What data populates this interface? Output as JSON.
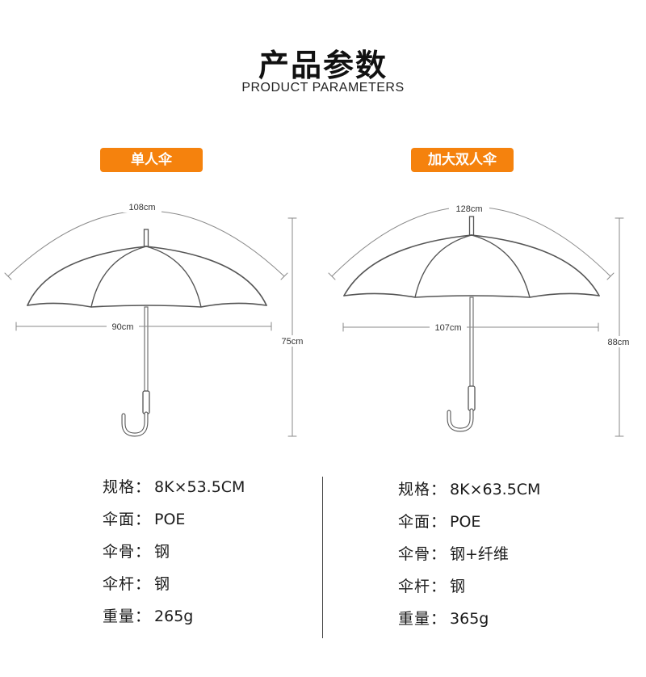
{
  "header": {
    "title": "产品参数",
    "subtitle": "PRODUCT PARAMETERS"
  },
  "colors": {
    "accent": "#F5820D",
    "line": "#555555",
    "dim_line": "#8a8a8a"
  },
  "products": [
    {
      "name": "单人伞",
      "dimensions": {
        "arc": "108cm",
        "width": "90cm",
        "height": "75cm"
      },
      "specs": [
        {
          "label": "规格：",
          "value": "8K×53.5CM"
        },
        {
          "label": "伞面：",
          "value": "POE"
        },
        {
          "label": "伞骨：",
          "value": "钢"
        },
        {
          "label": "伞杆：",
          "value": "钢"
        },
        {
          "label": "重量：",
          "value": "265g"
        }
      ]
    },
    {
      "name": "加大双人伞",
      "dimensions": {
        "arc": "128cm",
        "width": "107cm",
        "height": "88cm"
      },
      "specs": [
        {
          "label": "规格：",
          "value": "8K×63.5CM"
        },
        {
          "label": "伞面：",
          "value": "POE"
        },
        {
          "label": "伞骨：",
          "value": "钢+纤维"
        },
        {
          "label": "伞杆：",
          "value": "钢"
        },
        {
          "label": "重量：",
          "value": "365g"
        }
      ]
    }
  ]
}
